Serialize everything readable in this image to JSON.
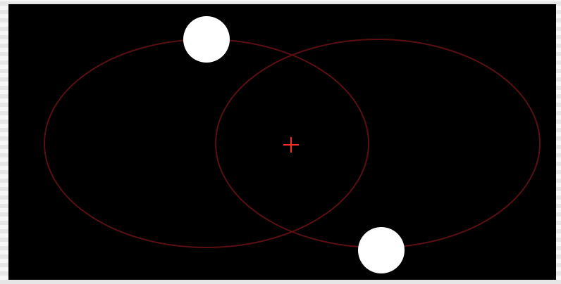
{
  "scene": {
    "background_color": "#000000",
    "border_color": "#e6e6e6",
    "orbit_color": "#5a0f12",
    "barycenter_color": "#ff2a2a",
    "body_color": "#ffffff",
    "icons": [
      "orbit-ellipse",
      "barycenter-crosshair",
      "star-body"
    ]
  }
}
